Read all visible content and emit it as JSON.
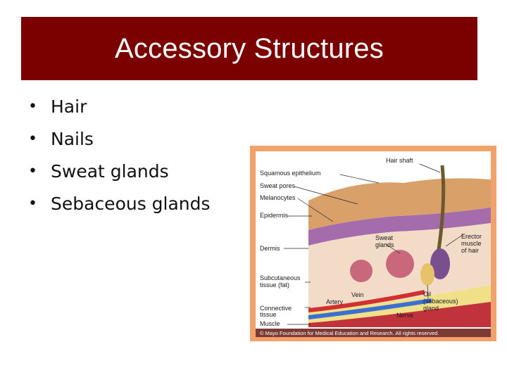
{
  "slide": {
    "title": "Accessory Structures",
    "bullets": [
      "Hair",
      "Nails",
      "Sweat glands",
      "Sebaceous glands"
    ]
  },
  "figure": {
    "labels": {
      "hair_shaft": "Hair shaft",
      "squamous": "Squamous epithelium",
      "sweat_pores": "Sweat pores",
      "melanocytes": "Melanocytes",
      "epidermis": "Epidermis",
      "dermis": "Dermis",
      "sweat_glands_1": "Sweat",
      "sweat_glands_2": "glands",
      "erector_1": "Erector",
      "erector_2": "muscle",
      "erector_3": "of hair",
      "subcut_1": "Subcutaneous",
      "subcut_2": "tissue (fat)",
      "vein": "Vein",
      "artery": "Artery",
      "oil_1": "Oil",
      "oil_2": "(sebaceous)",
      "oil_3": "gland",
      "connective_1": "Connective",
      "connective_2": "tissue",
      "nerve": "Nerve",
      "muscle": "Muscle"
    },
    "caption": "© Mayo Foundation for Medical Education and Research.  All rights reserved.",
    "colors": {
      "frame": "#f3a16b",
      "title_bg": "#7b0000",
      "epidermis": "#d9a06a",
      "dermis": "#f2dcc8",
      "fat": "#f1e08a",
      "muscle": "#c0323c"
    }
  }
}
